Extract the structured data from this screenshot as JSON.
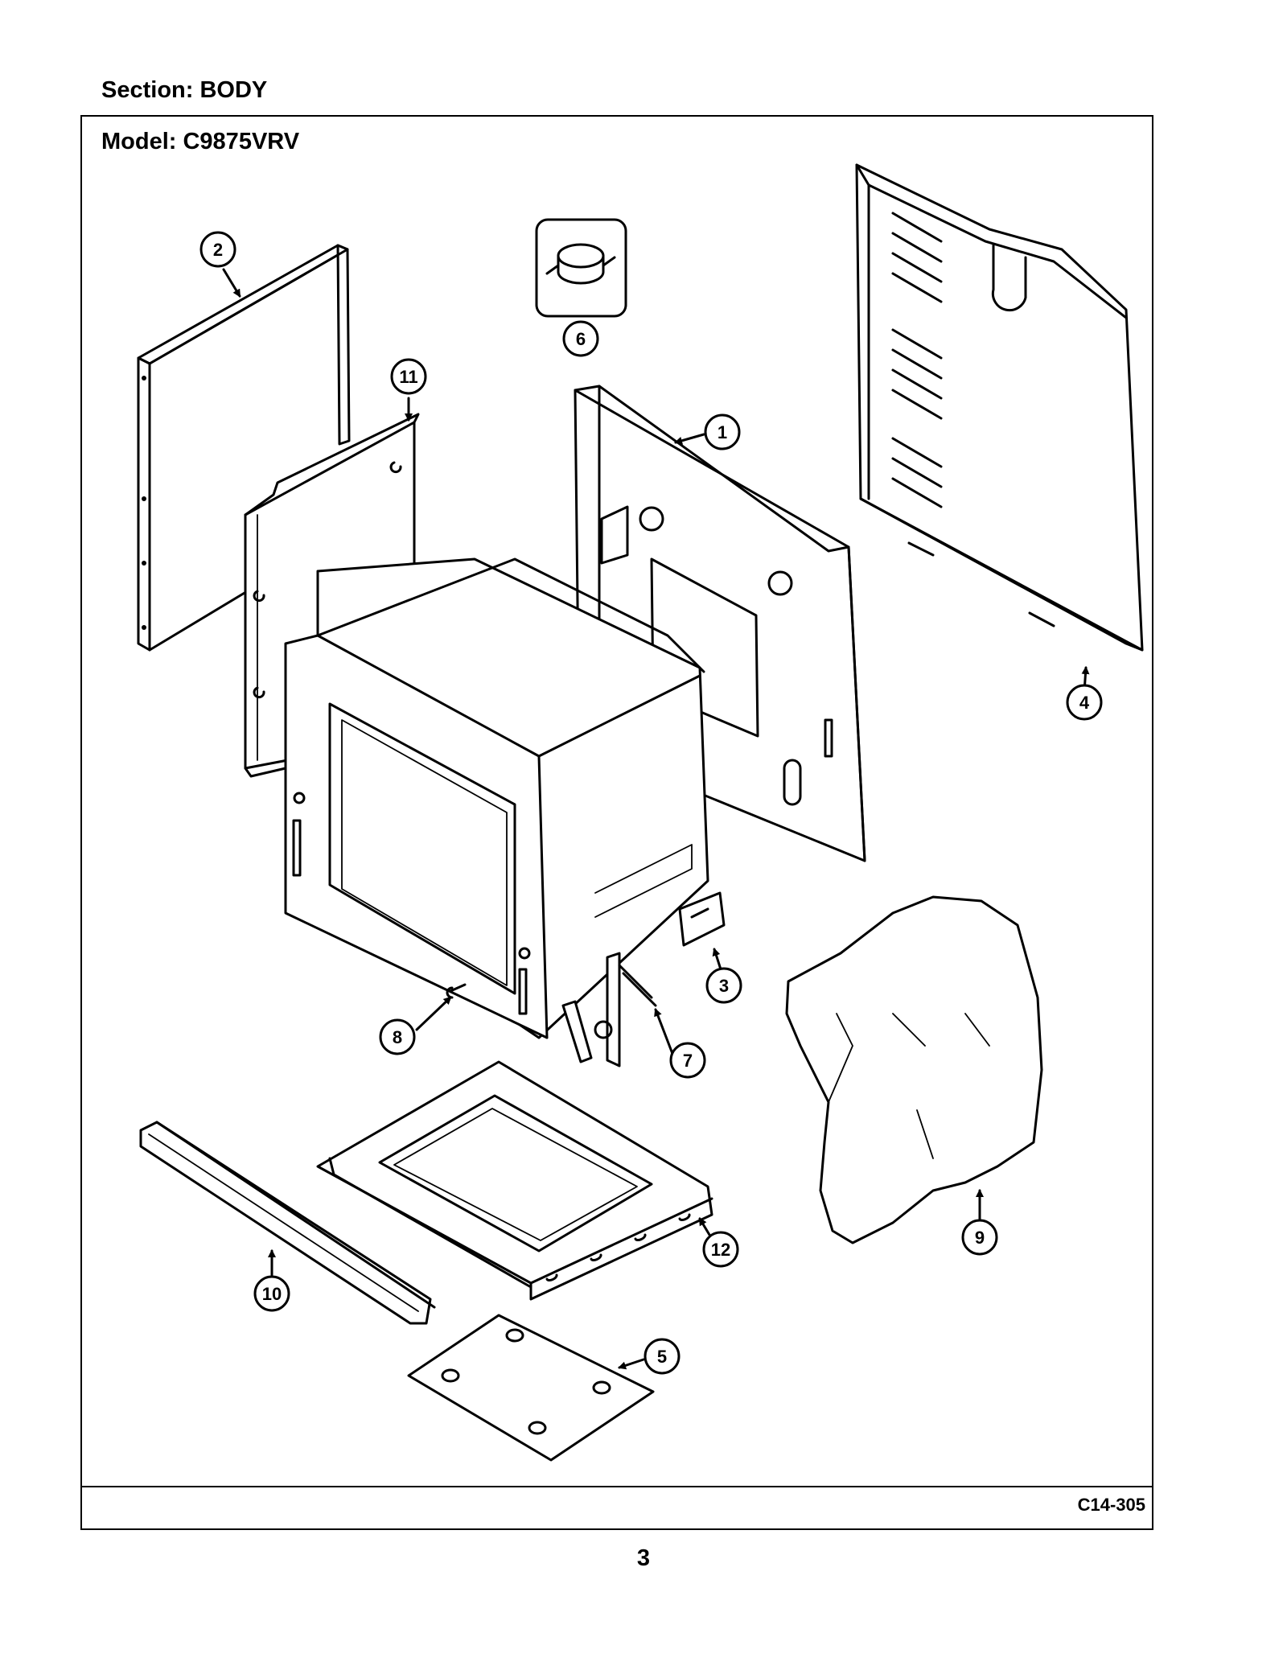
{
  "header": {
    "section": "Section:  BODY",
    "model": "Model:  C9875VRV"
  },
  "diagram_code": "C14-305",
  "page_number": "3",
  "callouts": [
    "1",
    "2",
    "3",
    "4",
    "5",
    "6",
    "7",
    "8",
    "9",
    "10",
    "11",
    "12"
  ]
}
